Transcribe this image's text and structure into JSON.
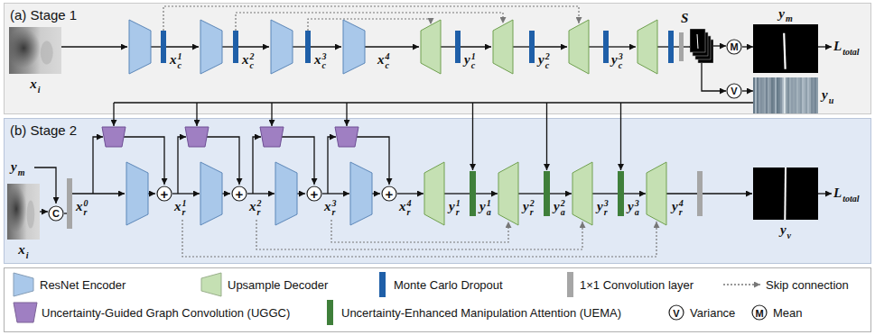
{
  "diagram": {
    "nodes": [
      {
        "text": [
          "(a) Stage 1"
        ]
      },
      {
        "text": [
          "(b) Stage 2"
        ]
      },
      {
        "text": [
          "xi"
        ],
        "in": 0
      },
      {
        "text": [
          "S"
        ],
        "in": 0
      },
      {
        "text": [
          "M"
        ],
        "in": 0
      },
      {
        "text": [
          "V"
        ],
        "in": 0
      },
      {
        "text": [
          "ym"
        ],
        "in": 0
      },
      {
        "text": [
          "yu"
        ],
        "in": 0
      },
      {
        "text": [
          "xi"
        ],
        "in": 1
      },
      {
        "text": [
          "C"
        ],
        "in": 1
      },
      {
        "text": [
          "+"
        ],
        "in": 1
      },
      {
        "text": [
          "+"
        ],
        "in": 1
      },
      {
        "text": [
          "+"
        ],
        "in": 1
      },
      {
        "text": [
          "+"
        ],
        "in": 1
      },
      {
        "text": [
          "yv"
        ],
        "in": 1
      }
    ],
    "edges": [
      {
        "from": 3,
        "to": 4,
        "arrow": "to"
      },
      {
        "from": 3,
        "to": 5,
        "arrow": "to"
      },
      {
        "from": 4,
        "to": 6,
        "arrow": "to"
      },
      {
        "from": 5,
        "to": 7,
        "arrow": "to"
      },
      {
        "from": 8,
        "to": 9,
        "arrow": "to"
      }
    ],
    "labels": [
      "xc1",
      "xc2",
      "xc3",
      "xc4",
      "yc1",
      "yc2",
      "yc3",
      "Ltotal",
      "ym",
      "xr0",
      "xr1",
      "xr2",
      "xr3",
      "xr4",
      "yr1",
      "ya1",
      "yr2",
      "ya2",
      "yr3",
      "ya3",
      "yr4",
      "Ltotal",
      "V",
      "M"
    ],
    "legend": [
      {
        "text": "ResNet Encoder",
        "color": "#a9c8ea"
      },
      {
        "text": "Upsample Decoder",
        "color": "#c5e0b3"
      },
      {
        "text": "Monte Carlo Dropout",
        "color": "#1f5fa8"
      },
      {
        "text": "1×1 Convolution layer",
        "color": "#a6a6a6"
      },
      {
        "text": "Skip connection"
      },
      {
        "text": "Uncertainty-Guided Graph Convolution (UGGC)",
        "color": "#9f7fc2"
      },
      {
        "text": "Uncertainty-Enhanced Manipulation Attention (UEMA)",
        "color": "#3f7f3a"
      },
      {
        "text": "Variance"
      },
      {
        "text": "Mean"
      }
    ]
  }
}
